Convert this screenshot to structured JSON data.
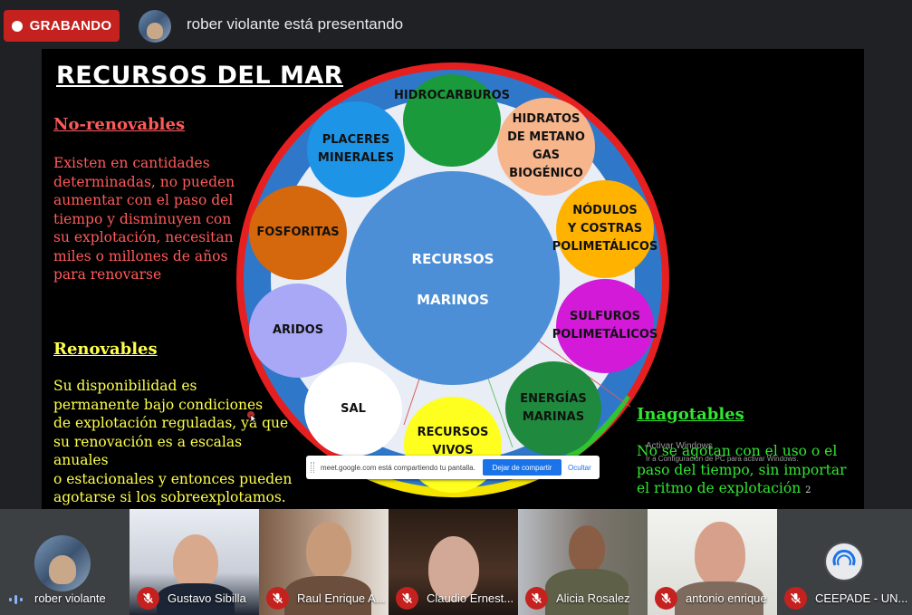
{
  "top_bar": {
    "recording_label": "GRABANDO",
    "presenter_text": "rober violante está presentando"
  },
  "slide": {
    "title": "RECURSOS DEL MAR",
    "nonrenewable_heading": "No-renovables",
    "nonrenewable_lines": [
      "Existen en cantidades",
      "determinadas, no pueden",
      "aumentar con el paso del",
      "tiempo y disminuyen con",
      "su explotación, necesitan",
      "miles o millones de años",
      "para renovarse"
    ],
    "renewable_heading": "Renovables",
    "renewable_lines": [
      "Su disponibilidad es",
      "permanente bajo condiciones",
      "de explotación reguladas, ya que",
      "su renovación es a escalas anuales",
      "o estacionales y entonces pueden",
      "agotarse si los sobreexplotamos."
    ],
    "inexhaustible_heading": "Inagotables",
    "inexhaustible_lines": [
      "No se agotan con el uso o el",
      "paso del tiempo, sin importar",
      "el ritmo de explotación"
    ],
    "page_number": "2",
    "center_label_1": "RECURSOS",
    "center_label_2": "MARINOS",
    "resources": {
      "hidrocarburos": [
        "HIDROCARBUROS"
      ],
      "hidratos": [
        "HIDRATOS",
        "DE METANO",
        "GAS BIOGÉNICO"
      ],
      "nodulos": [
        "NÓDULOS",
        "Y COSTRAS",
        "POLIMETÁLICOS"
      ],
      "sulfuros": [
        "SULFUROS",
        "POLIMETÁLICOS"
      ],
      "energias": [
        "ENERGÍAS",
        "MARINAS"
      ],
      "vivos": [
        "RECURSOS",
        "VIVOS"
      ],
      "sal": [
        "SAL"
      ],
      "aridos": [
        "ARIDOS"
      ],
      "fosforitas": [
        "FOSFORITAS"
      ],
      "placeres": [
        "PLACERES",
        "MINERALES"
      ]
    },
    "watermark_1": "Activar Windows",
    "watermark_2": "Ir a Configuración de PC para activar Windows."
  },
  "colors": {
    "recording": "#c5221f",
    "nonrenewable": "#ff5a5a",
    "renewable": "#ffff4d",
    "inexhaustible": "#31e631",
    "ring_outer": "#e62020",
    "ring_blue": "#2f78c9",
    "center": "#4d8fd6"
  },
  "share_bar": {
    "message": "meet.google.com está compartiendo tu pantalla.",
    "stop_label": "Dejar de compartir",
    "hide_label": "Ocultar"
  },
  "participants": [
    {
      "name": "rober violante",
      "muted": false,
      "icon": "speaking-icon"
    },
    {
      "name": "Gustavo Sibilla",
      "muted": true
    },
    {
      "name": "Raul Enrique A...",
      "muted": true
    },
    {
      "name": "Claudio Ernest...",
      "muted": true
    },
    {
      "name": "Alicia Rosalez",
      "muted": true
    },
    {
      "name": "antonio enrique",
      "muted": true
    },
    {
      "name": "CEEPADE - UN...",
      "muted": true
    }
  ]
}
